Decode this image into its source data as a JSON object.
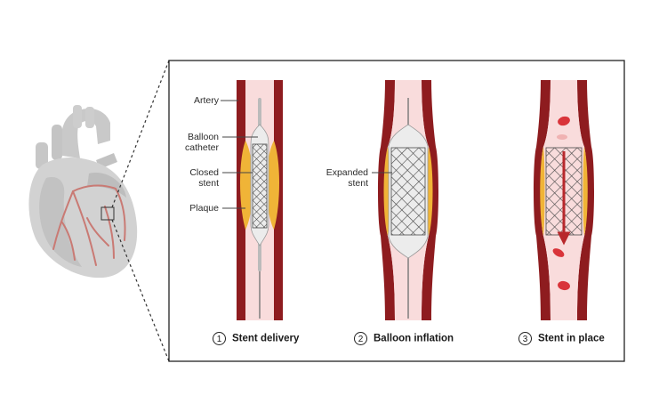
{
  "labels": {
    "artery": "Artery",
    "balloon_catheter_1": "Balloon",
    "balloon_catheter_2": "catheter",
    "closed_stent_1": "Closed",
    "closed_stent_2": "stent",
    "plaque": "Plaque",
    "expanded_stent_1": "Expanded",
    "expanded_stent_2": "stent"
  },
  "steps": [
    {
      "number": "1",
      "label": "Stent delivery"
    },
    {
      "number": "2",
      "label": "Balloon inflation"
    },
    {
      "number": "3",
      "label": "Stent in place"
    }
  ],
  "colors": {
    "artery_wall": "#8e1c1f",
    "artery_lumen": "#f9dcdc",
    "plaque": "#f0b437",
    "stent": "#555555",
    "balloon": "#e9e9e9",
    "blood_cell": "#d9343a",
    "heart": "#cfcfcf",
    "coronary_vessel": "#c97a74",
    "flow_arrow": "#b8282c"
  }
}
